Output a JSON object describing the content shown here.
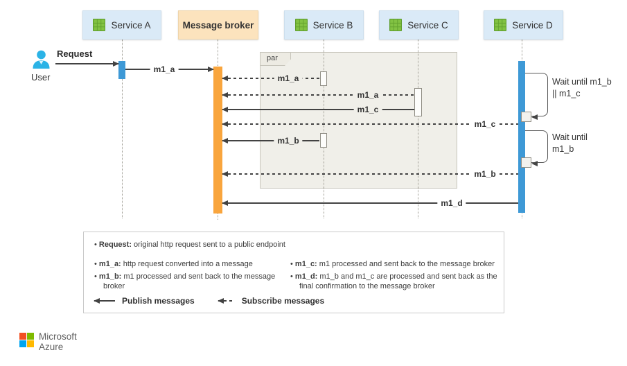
{
  "diagram": {
    "actor": {
      "label": "User",
      "icon": "person-icon"
    },
    "request_label": "Request",
    "participants": [
      {
        "label": "Service A",
        "icon": "green-grid-icon"
      },
      {
        "label": "Message broker",
        "icon": null
      },
      {
        "label": "Service B",
        "icon": "green-grid-icon"
      },
      {
        "label": "Service C",
        "icon": "green-grid-icon"
      },
      {
        "label": "Service D",
        "icon": "green-grid-icon"
      }
    ],
    "par_label": "par",
    "msg": {
      "m1a": "m1_a",
      "m1b": "m1_b",
      "m1c": "m1_c",
      "m1d": "m1_d"
    },
    "wait_note_1": {
      "line1": "Wait until m1_b",
      "line2": "|| m1_c"
    },
    "wait_note_2": {
      "line1": "Wait until",
      "line2": "m1_b"
    }
  },
  "legend": {
    "bullet": "•",
    "request": {
      "term": "Request:",
      "desc": " original http request sent to a public endpoint"
    },
    "items_left": [
      {
        "term": "m1_a:",
        "desc": " http request converted into a message"
      },
      {
        "term": "m1_b:",
        "desc": " m1 processed and sent back to the message broker"
      }
    ],
    "items_right": [
      {
        "term": "m1_c:",
        "desc": " m1 processed and sent back to the message broker"
      },
      {
        "term": "m1_d:",
        "desc": " m1_b and m1_c are processed and sent back as the final confirmation to the message broker"
      }
    ],
    "publish_label": "Publish messages",
    "subscribe_label": "Subscribe messages",
    "publish_icon": "solid-left-arrow",
    "subscribe_icon": "dashed-left-arrow"
  },
  "footer": {
    "brand_line1": "Microsoft",
    "brand_line2": "Azure"
  },
  "colors": {
    "service_box_bg": "#daeaf7",
    "broker_box_bg": "#fce3bd",
    "broker_bar": "#f9a53d",
    "activation_blue": "#3e99d6",
    "par_bg": "#f0efe9",
    "line": "#424242",
    "service_icon_green": "#6fae35",
    "user_icon_cyan": "#2bb3e6",
    "ms_red": "#f25022",
    "ms_green": "#7fba00",
    "ms_blue": "#00a4ef",
    "ms_yellow": "#ffb900"
  }
}
